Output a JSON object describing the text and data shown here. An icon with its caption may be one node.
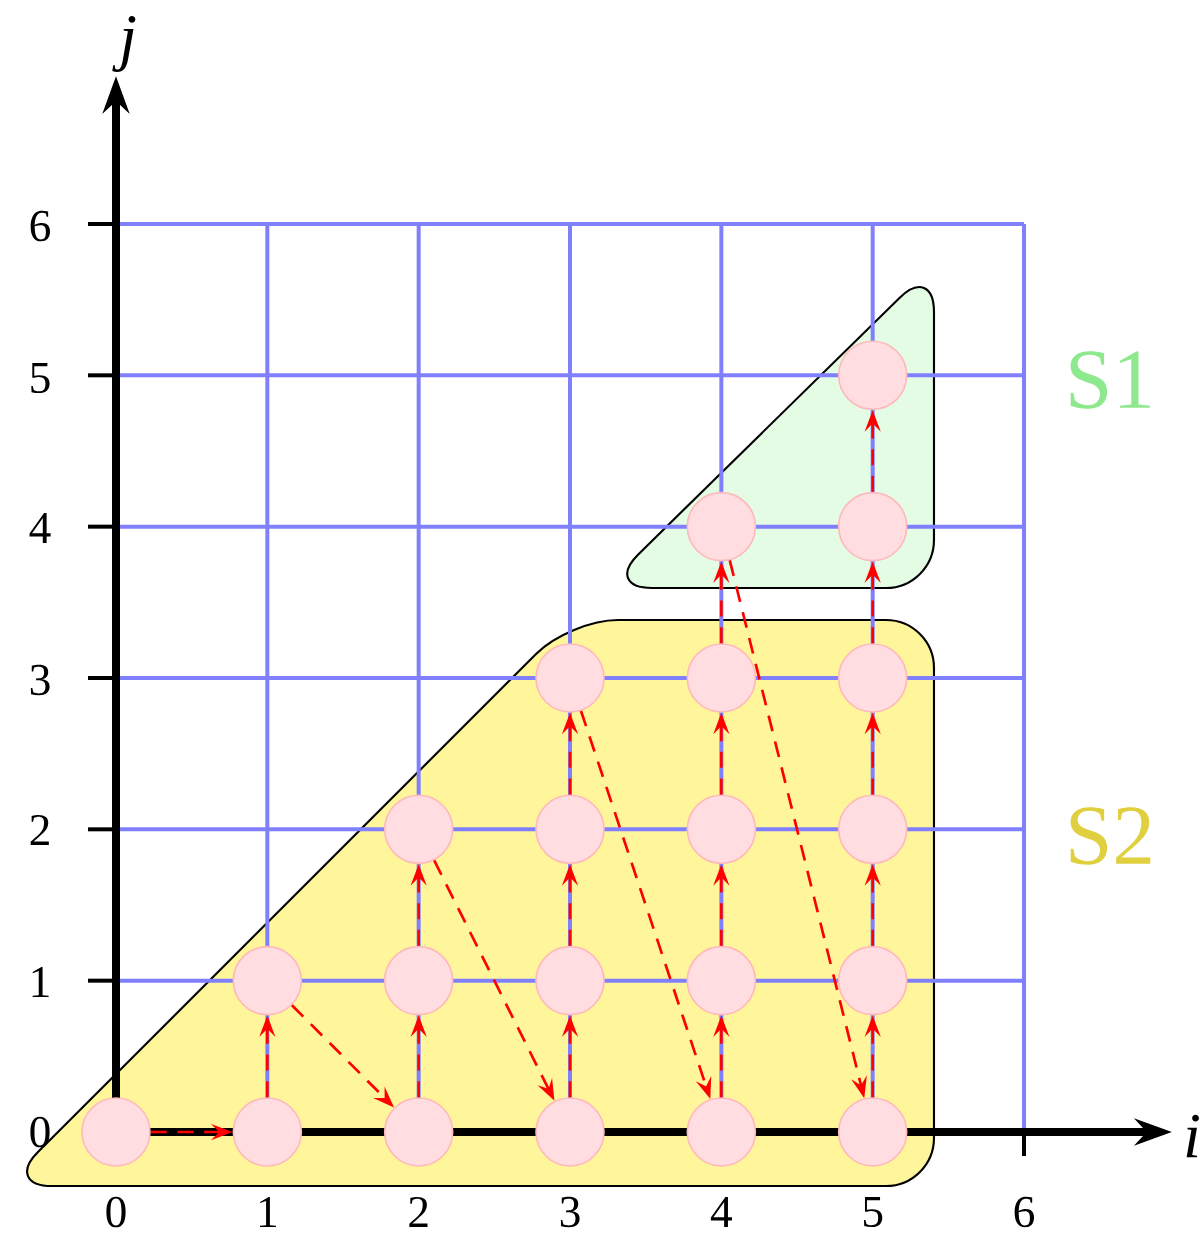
{
  "diagram": {
    "nodes": [
      {
        "text": [
          "S1"
        ]
      },
      {
        "text": [
          "S2"
        ]
      },
      {
        "text": [],
        "shape": "circle",
        "in": 1
      },
      {
        "text": [],
        "shape": "circle",
        "in": 1
      },
      {
        "text": [],
        "shape": "circle",
        "in": 1
      },
      {
        "text": [],
        "shape": "circle",
        "in": 1
      },
      {
        "text": [],
        "shape": "circle",
        "in": 1
      },
      {
        "text": [],
        "shape": "circle",
        "in": 1
      },
      {
        "text": [],
        "shape": "circle",
        "in": 1
      },
      {
        "text": [],
        "shape": "circle",
        "in": 1
      },
      {
        "text": [],
        "shape": "circle",
        "in": 1
      },
      {
        "text": [],
        "shape": "circle",
        "in": 1
      },
      {
        "text": [],
        "shape": "circle",
        "in": 1
      },
      {
        "text": [],
        "shape": "circle",
        "in": 1
      },
      {
        "text": [],
        "shape": "circle",
        "in": 1
      },
      {
        "text": [],
        "shape": "circle",
        "in": 1
      },
      {
        "text": [],
        "shape": "circle",
        "in": 0
      },
      {
        "text": [],
        "shape": "circle",
        "in": 1
      },
      {
        "text": [],
        "shape": "circle",
        "in": 1
      },
      {
        "text": [],
        "shape": "circle",
        "in": 1
      },
      {
        "text": [],
        "shape": "circle",
        "in": 1
      },
      {
        "text": [],
        "shape": "circle",
        "in": 0
      },
      {
        "text": [],
        "shape": "circle",
        "in": 0
      }
    ],
    "edges": [
      {
        "from": 2,
        "to": 3,
        "arrow": "to",
        "style": "dashed"
      },
      {
        "from": 3,
        "to": 4,
        "arrow": "to",
        "style": "dashed"
      },
      {
        "from": 4,
        "to": 5,
        "arrow": "to",
        "style": "dashed"
      },
      {
        "from": 5,
        "to": 6,
        "arrow": "to",
        "style": "dashed"
      },
      {
        "from": 6,
        "to": 7,
        "arrow": "to",
        "style": "dashed"
      },
      {
        "from": 7,
        "to": 8,
        "arrow": "to",
        "style": "dashed"
      },
      {
        "from": 8,
        "to": 9,
        "arrow": "to",
        "style": "dashed"
      },
      {
        "from": 9,
        "to": 10,
        "arrow": "to",
        "style": "dashed"
      },
      {
        "from": 10,
        "to": 11,
        "arrow": "to",
        "style": "dashed"
      },
      {
        "from": 11,
        "to": 12,
        "arrow": "to",
        "style": "dashed"
      },
      {
        "from": 12,
        "to": 13,
        "arrow": "to",
        "style": "dashed"
      },
      {
        "from": 13,
        "to": 14,
        "arrow": "to",
        "style": "dashed"
      },
      {
        "from": 14,
        "to": 15,
        "arrow": "to",
        "style": "dashed"
      },
      {
        "from": 15,
        "to": 16,
        "arrow": "to",
        "style": "dashed"
      },
      {
        "from": 16,
        "to": 17,
        "arrow": "to",
        "style": "dashed"
      },
      {
        "from": 17,
        "to": 18,
        "arrow": "to",
        "style": "dashed"
      },
      {
        "from": 18,
        "to": 19,
        "arrow": "to",
        "style": "dashed"
      },
      {
        "from": 19,
        "to": 20,
        "arrow": "to",
        "style": "dashed"
      },
      {
        "from": 20,
        "to": 21,
        "arrow": "to",
        "style": "dashed"
      },
      {
        "from": 21,
        "to": 22,
        "arrow": "to",
        "style": "dashed"
      }
    ],
    "labels": [
      "j",
      "6",
      "5",
      "4",
      "3",
      "2",
      "1",
      "0",
      "i",
      "0",
      "1",
      "2",
      "3",
      "4",
      "5",
      "6"
    ]
  }
}
